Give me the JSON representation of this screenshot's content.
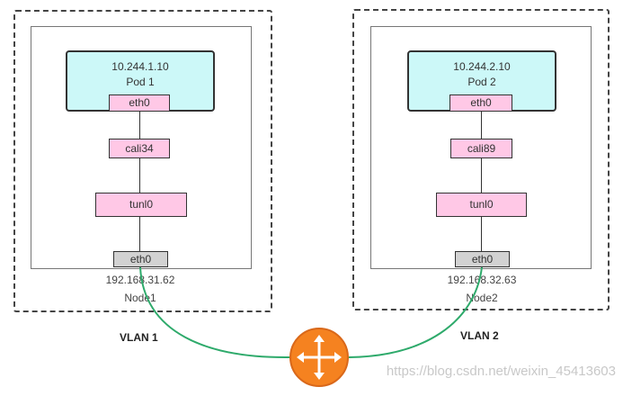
{
  "left": {
    "pod_ip": "10.244.1.10",
    "pod_name": "Pod 1",
    "pod_iface": "eth0",
    "cali": "cali34",
    "tunl": "tunl0",
    "host_iface": "eth0",
    "node_ip": "192.168.31.62",
    "node_name": "Node1",
    "vlan": "VLAN 1"
  },
  "right": {
    "pod_ip": "10.244.2.10",
    "pod_name": "Pod 2",
    "pod_iface": "eth0",
    "cali": "cali89",
    "tunl": "tunl0",
    "host_iface": "eth0",
    "node_ip": "192.168.32.63",
    "node_name": "Node2",
    "vlan": "VLAN 2"
  },
  "router_icon": "router-icon",
  "colors": {
    "pod_fill": "#ccf8f8",
    "iface_fill": "#ffc8e6",
    "host_iface_fill": "#d2d2d2",
    "wire": "#2eaa6b",
    "router": "#f58220"
  },
  "watermark": "https://blog.csdn.net/weixin_45413603"
}
